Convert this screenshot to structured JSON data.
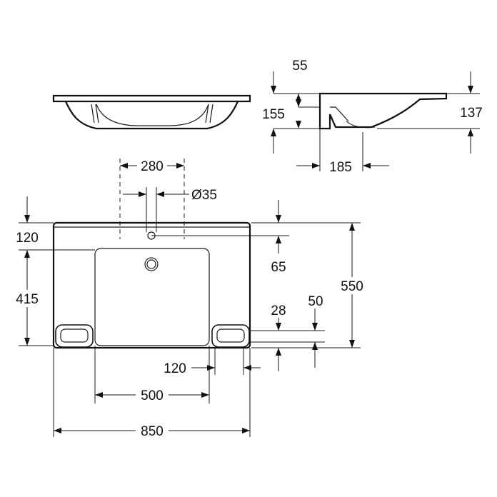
{
  "drawing": {
    "dimensions": {
      "d55": "55",
      "d155": "155",
      "d137": "137",
      "d185": "185",
      "d280": "280",
      "d35": "Ø35",
      "d120_top": "120",
      "d65": "65",
      "d415": "415",
      "d550": "550",
      "d28": "28",
      "d50": "50",
      "d120_bottom": "120",
      "d500": "500",
      "d850": "850"
    }
  }
}
